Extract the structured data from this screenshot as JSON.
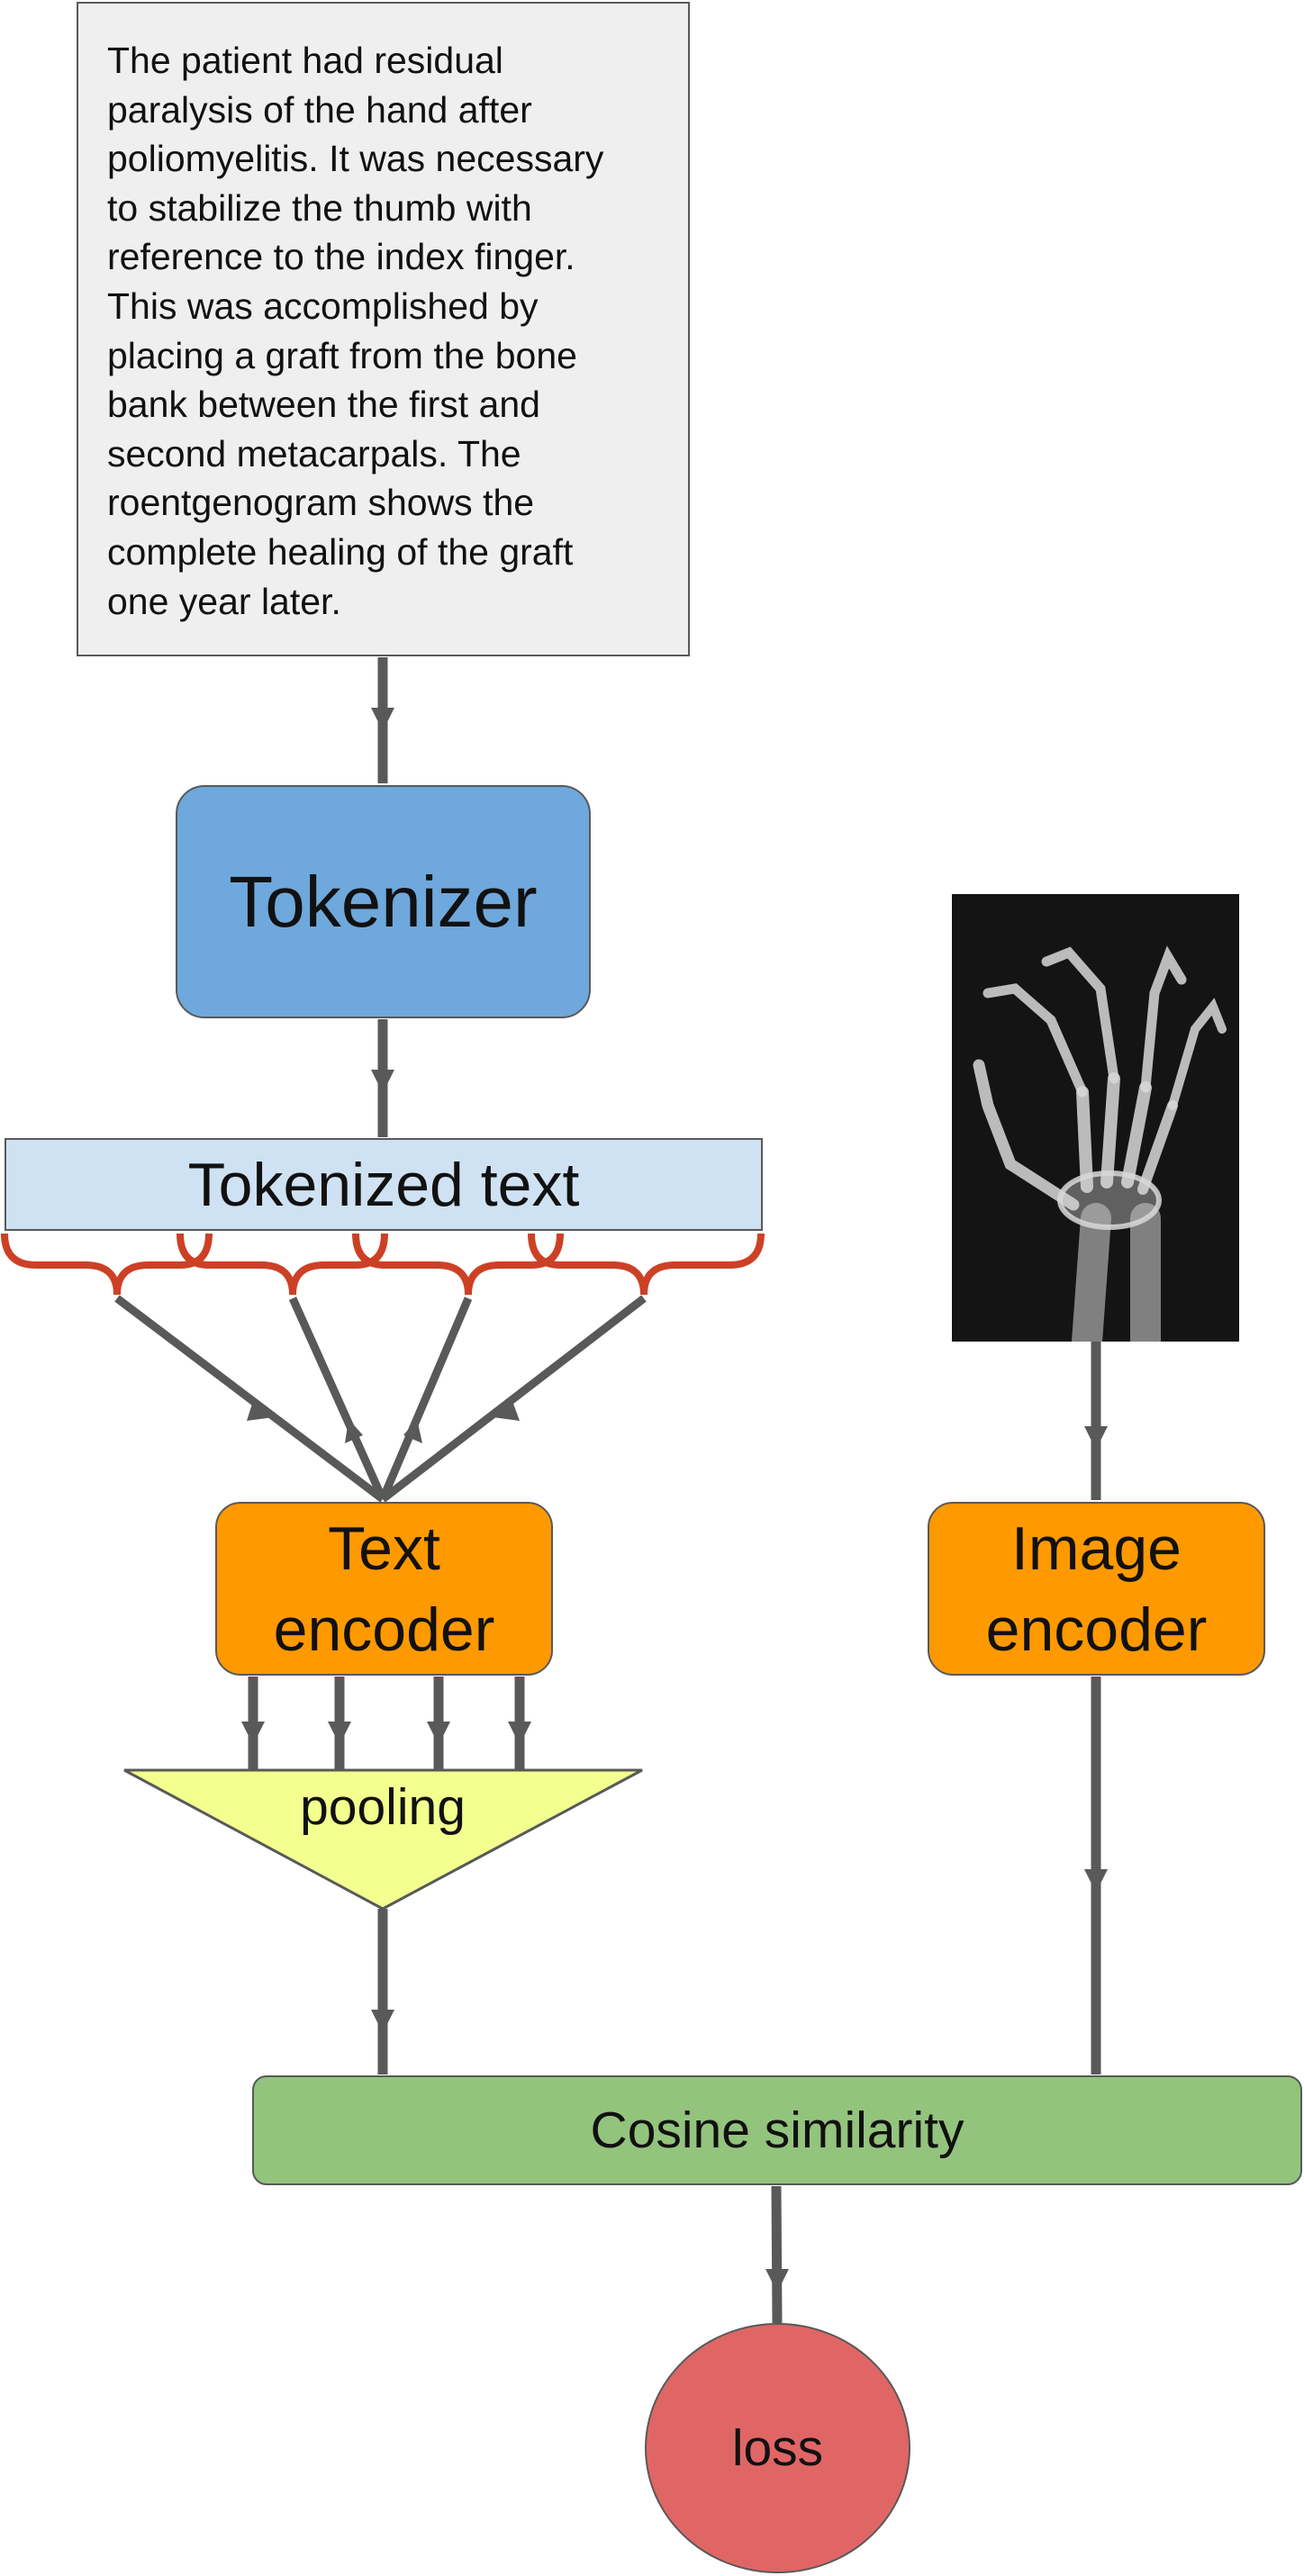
{
  "caption": "The patient had residual\nparalysis of the hand after\npoliomyelitis. It was necessary\nto stabilize the thumb with\nreference to the index finger.\nThis was accomplished by\nplacing a graft from the bone\nbank between the first and\nsecond metacarpals. The\nroentgenogram shows the\ncomplete healing of the graft\none year later.",
  "tokenizer": "Tokenizer",
  "tokenized_text": "Tokenized text",
  "text_encoder": {
    "line1": "Text",
    "line2": "encoder"
  },
  "image_encoder": {
    "line1": "Image",
    "line2": "encoder"
  },
  "pooling": "pooling",
  "cosine_similarity": "Cosine similarity",
  "loss": "loss",
  "image": {
    "description_icon": "hand-xray-image"
  },
  "colors": {
    "caption_bg": "#efefef",
    "tokenizer": "#6fa8dc",
    "tokenized_text": "#cfe2f3",
    "encoder": "#ff9900",
    "pooling": "#f3ff8f",
    "cosine": "#93c47d",
    "loss": "#e06666",
    "brace": "#cc4125",
    "arrow": "#595959"
  }
}
